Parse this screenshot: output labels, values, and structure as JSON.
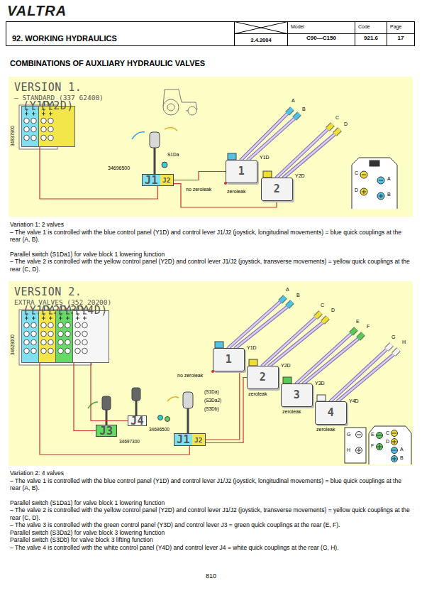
{
  "diagram": {
    "title": "COMBINATIONS OF AUXLIARY HYDRAULIC VALVES",
    "nodes": [
      {
        "text": [
          "92. WORKING HYDRAULICS"
        ]
      },
      {
        "text": [
          "2.4.2004"
        ]
      },
      {
        "text": [
          "Model",
          "C90—C150"
        ]
      },
      {
        "text": [
          "Code",
          "921.6"
        ]
      },
      {
        "text": [
          "Page",
          "17"
        ]
      },
      {
        "text": [
          "VERSION 1.",
          "– STANDARD (337 62400)"
        ]
      },
      {
        "text": [
          "(Y1D)"
        ],
        "in": 5
      },
      {
        "text": [
          "(Y2D)"
        ],
        "in": 5
      },
      {
        "text": [
          "J1",
          "J2"
        ],
        "in": 5
      },
      {
        "text": [
          "1"
        ],
        "in": 5
      },
      {
        "text": [
          "2"
        ],
        "in": 5
      },
      {
        "text": [
          "VERSION 2.",
          "EXTRA VALVES (352 20200)"
        ]
      },
      {
        "text": [
          "(Y1D)"
        ],
        "in": 11
      },
      {
        "text": [
          "(Y2D)"
        ],
        "in": 11
      },
      {
        "text": [
          "(Y3D)"
        ],
        "in": 11
      },
      {
        "text": [
          "(Y4D)"
        ],
        "in": 11
      },
      {
        "text": [
          "J3"
        ],
        "in": 11
      },
      {
        "text": [
          "J4"
        ],
        "in": 11
      },
      {
        "text": [
          "J1",
          "J2"
        ],
        "in": 11
      },
      {
        "text": [
          "1"
        ],
        "in": 11
      },
      {
        "text": [
          "2"
        ],
        "in": 11
      },
      {
        "text": [
          "3"
        ],
        "in": 11
      },
      {
        "text": [
          "4"
        ],
        "in": 11
      }
    ],
    "edges": [
      {
        "from": 6,
        "to": 8,
        "arrow": "none"
      },
      {
        "from": 8,
        "to": 9,
        "arrow": "none"
      },
      {
        "from": 8,
        "to": 10,
        "arrow": "none"
      },
      {
        "from": 12,
        "to": 18,
        "arrow": "none"
      },
      {
        "from": 14,
        "to": 16,
        "arrow": "none"
      },
      {
        "from": 15,
        "to": 17,
        "arrow": "none"
      },
      {
        "from": 18,
        "to": 19,
        "arrow": "none"
      },
      {
        "from": 18,
        "to": 20,
        "arrow": "none"
      }
    ],
    "labels": [
      "VALTRA",
      "34837900",
      "S1Da",
      "34696500",
      "Y1D",
      "Y2D",
      "A",
      "B",
      "C",
      "D",
      "no zeroleak",
      "zeroleak",
      "C",
      "D",
      "A",
      "B",
      "Variation 1: 2 valves",
      "– The valve 1 is controlled with the blue control panel (Y1D) and control lever J1/J2 (joystick, longitudinal movements) = blue quick couplings at the rear (A, B).",
      "Parallel switch (S1Da1) for valve block 1 lowering function",
      "– The valve 2 is controlled with the yellow control panel (Y2D) and control lever J1/J2 (joystick, transverse movements) = yellow quick couplings at the rear (C, D).",
      "34629000",
      "34697300",
      "34696500",
      "(S1Da)",
      "(S3Da2)",
      "(S3Db)",
      "Y1D",
      "Y2D",
      "Y3D",
      "Y4D",
      "A",
      "B",
      "C",
      "D",
      "E",
      "F",
      "G",
      "H",
      "no zeroleak",
      "zeroleak",
      "zeroleak",
      "zeroleak",
      "G",
      "H",
      "E",
      "F",
      "C",
      "D",
      "A",
      "B",
      "Variation 2: 4 valves",
      "– The valve 1 is controlled with the blue control panel (Y1D) and control lever J1/J2 (joystick, longitudinal movements) = blue quick couplings at the rear (A, B).",
      "Parallel switch (S1Da1) for valve block 1 lowering function",
      "– The valve 2 is controlled with the yellow control panel (Y2D) and control lever J1/J2 (joystick, transverse movements) = yellow quick couplings at the rear (C, D).",
      "– The valve 3 is controlled with the green control panel (Y3D) and control lever J3 = green quick couplings at the rear (E, F).",
      "Parallel switch (S3Da2) for valve block 3 lowering function",
      "Parallel switch (S3Db) for valve block 3 lifting function",
      "– The valve 4 is controlled with the white control panel (Y4D) and control lever J4 = white quick couplings at the rear (G, H).",
      "810"
    ]
  }
}
